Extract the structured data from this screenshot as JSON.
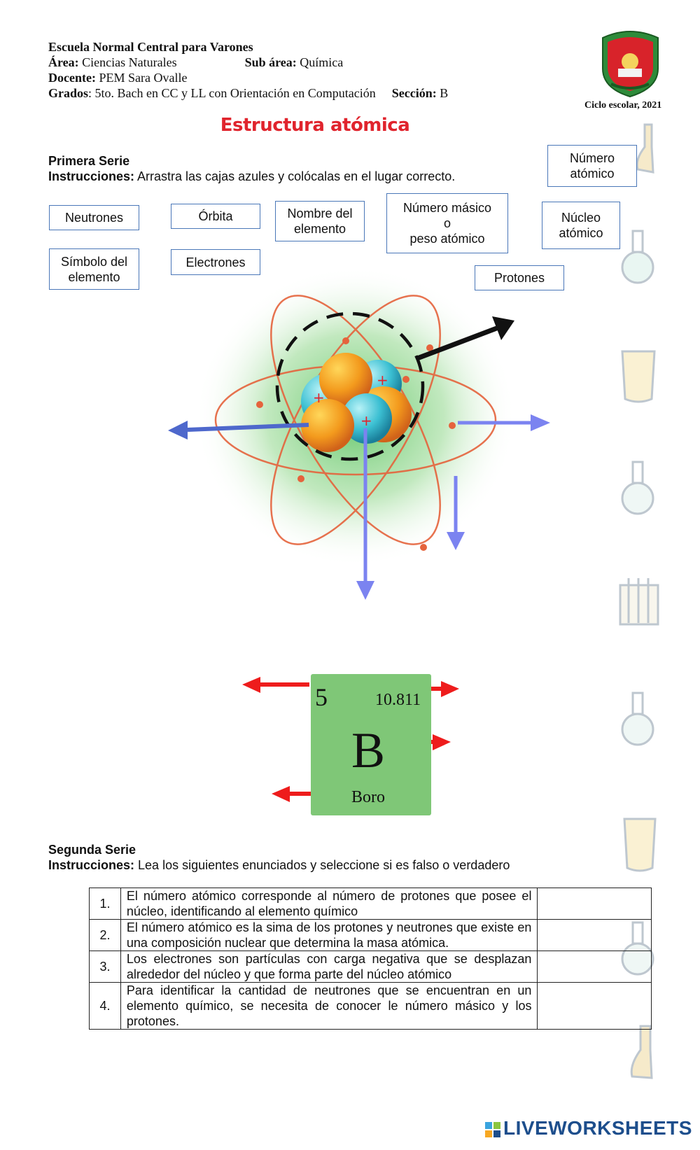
{
  "header": {
    "school": "Escuela Normal Central para Varones",
    "area_label": "Área:",
    "area_value": "Ciencias Naturales",
    "subarea_label": "Sub área:",
    "subarea_value": "Química",
    "teacher_label": "Docente:",
    "teacher_value": "PEM Sara Ovalle",
    "grades_label": "Grados",
    "grades_value": ": 5to. Bach en CC y LL con Orientación en Computación",
    "section_label": "Sección:",
    "section_value": "B",
    "cycle": "Ciclo escolar, 2021"
  },
  "title": "Estructura atómica",
  "serie1": {
    "heading": "Primera Serie",
    "instr_label": "Instrucciones:",
    "instr_text": " Arrastra las cajas azules y colócalas en el lugar correcto."
  },
  "drag_boxes": {
    "numero_atomico": [
      "Número",
      "atómico"
    ],
    "neutrones": "Neutrones",
    "orbita": "Órbita",
    "nombre_elemento": [
      "Nombre del",
      "elemento"
    ],
    "numero_masico": [
      "Número másico",
      "o",
      "peso atómico"
    ],
    "nucleo_atomico": [
      "Núcleo",
      "atómico"
    ],
    "simbolo_elemento": [
      "Símbolo del",
      "elemento"
    ],
    "electrones": "Electrones",
    "protones": "Protones"
  },
  "element": {
    "atomic_number": "5",
    "atomic_mass": "10.811",
    "symbol": "B",
    "name": "Boro"
  },
  "serie2": {
    "heading": "Segunda Serie",
    "instr_label": "Instrucciones:",
    "instr_text": " Lea los siguientes enunciados y seleccione si es falso o verdadero",
    "statements": [
      {
        "num": "1.",
        "text": "El número atómico corresponde al número de protones que posee el núcleo, identificando al elemento químico"
      },
      {
        "num": "2.",
        "text": "El número atómico es la sima de los protones y neutrones que existe en una composición nuclear que determina la masa atómica."
      },
      {
        "num": "3.",
        "text": "Los electrones son partículas con carga negativa que se desplazan alrededor del núcleo y que forma parte del núcleo atómico"
      },
      {
        "num": "4.",
        "text": "Para identificar la cantidad de neutrones que se encuentran en un elemento químico, se necesita de conocer le número másico y los protones."
      }
    ]
  },
  "footer": {
    "brand": "LIVEWORKSHEETS"
  },
  "colors": {
    "title": "#e0242d",
    "box_border": "#4a77b8",
    "card": "#7fc777",
    "arrow_red": "#ee1c1c",
    "arrow_blue": "#7b83f0"
  }
}
